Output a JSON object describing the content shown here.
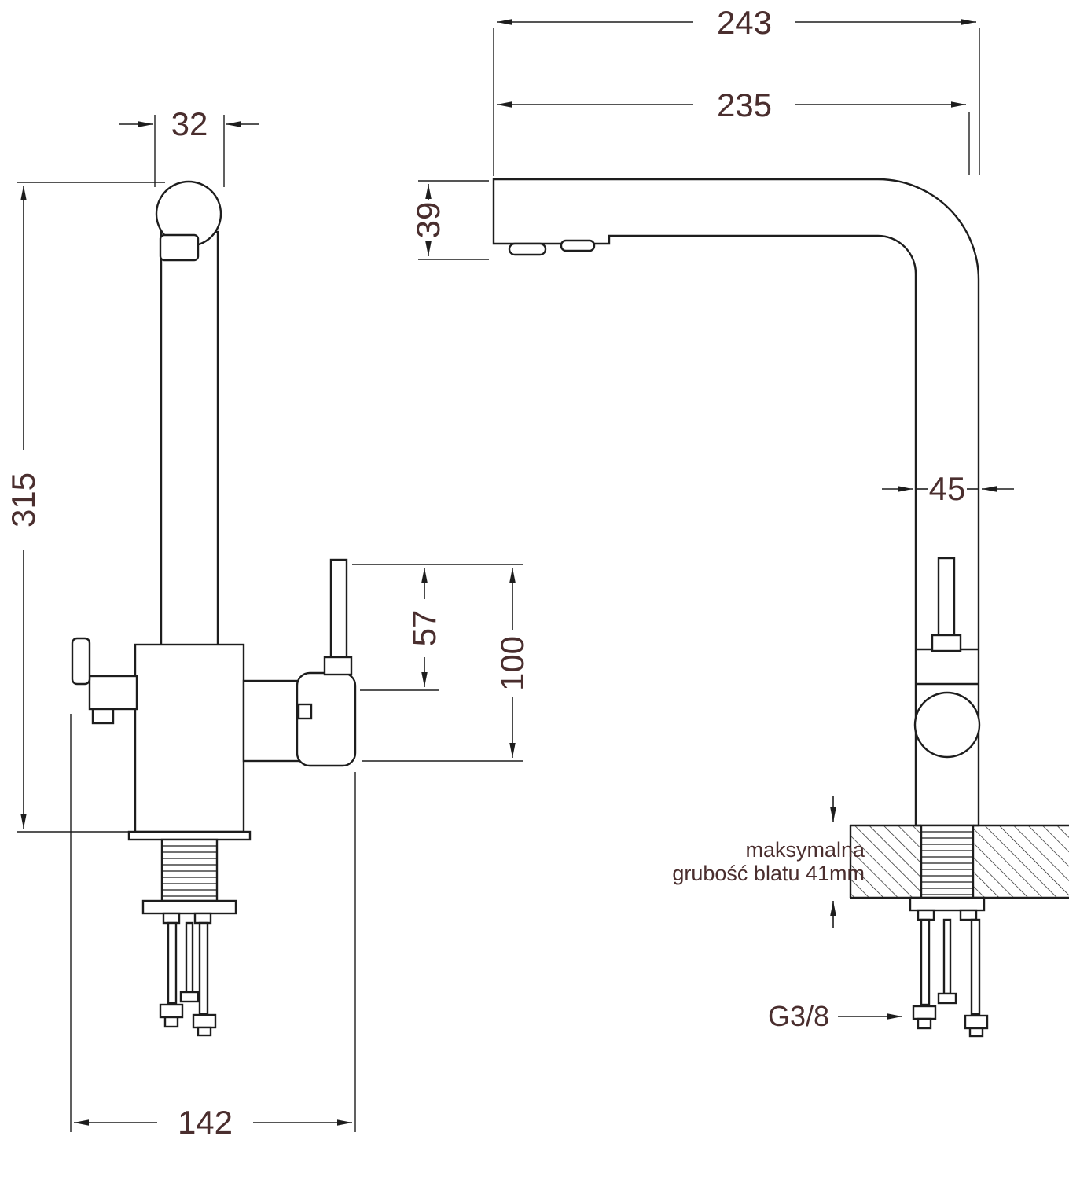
{
  "drawing": {
    "title": "faucet-dimension-drawing",
    "dimensions": {
      "cap_width": "32",
      "total_height": "315",
      "lever_height": "57",
      "body_height": "100",
      "base_spread": "142",
      "overall_depth": "243",
      "spout_reach": "235",
      "spout_head_height": "39",
      "pipe_width": "45"
    },
    "notes": {
      "counter_note_line1": "maksymalna",
      "counter_note_line2": "grubość blatu 41mm",
      "thread_label": "G3/8"
    },
    "colors": {
      "line": "#1d1d1d",
      "dim_text": "#4a2e2e",
      "background": "#ffffff"
    }
  }
}
